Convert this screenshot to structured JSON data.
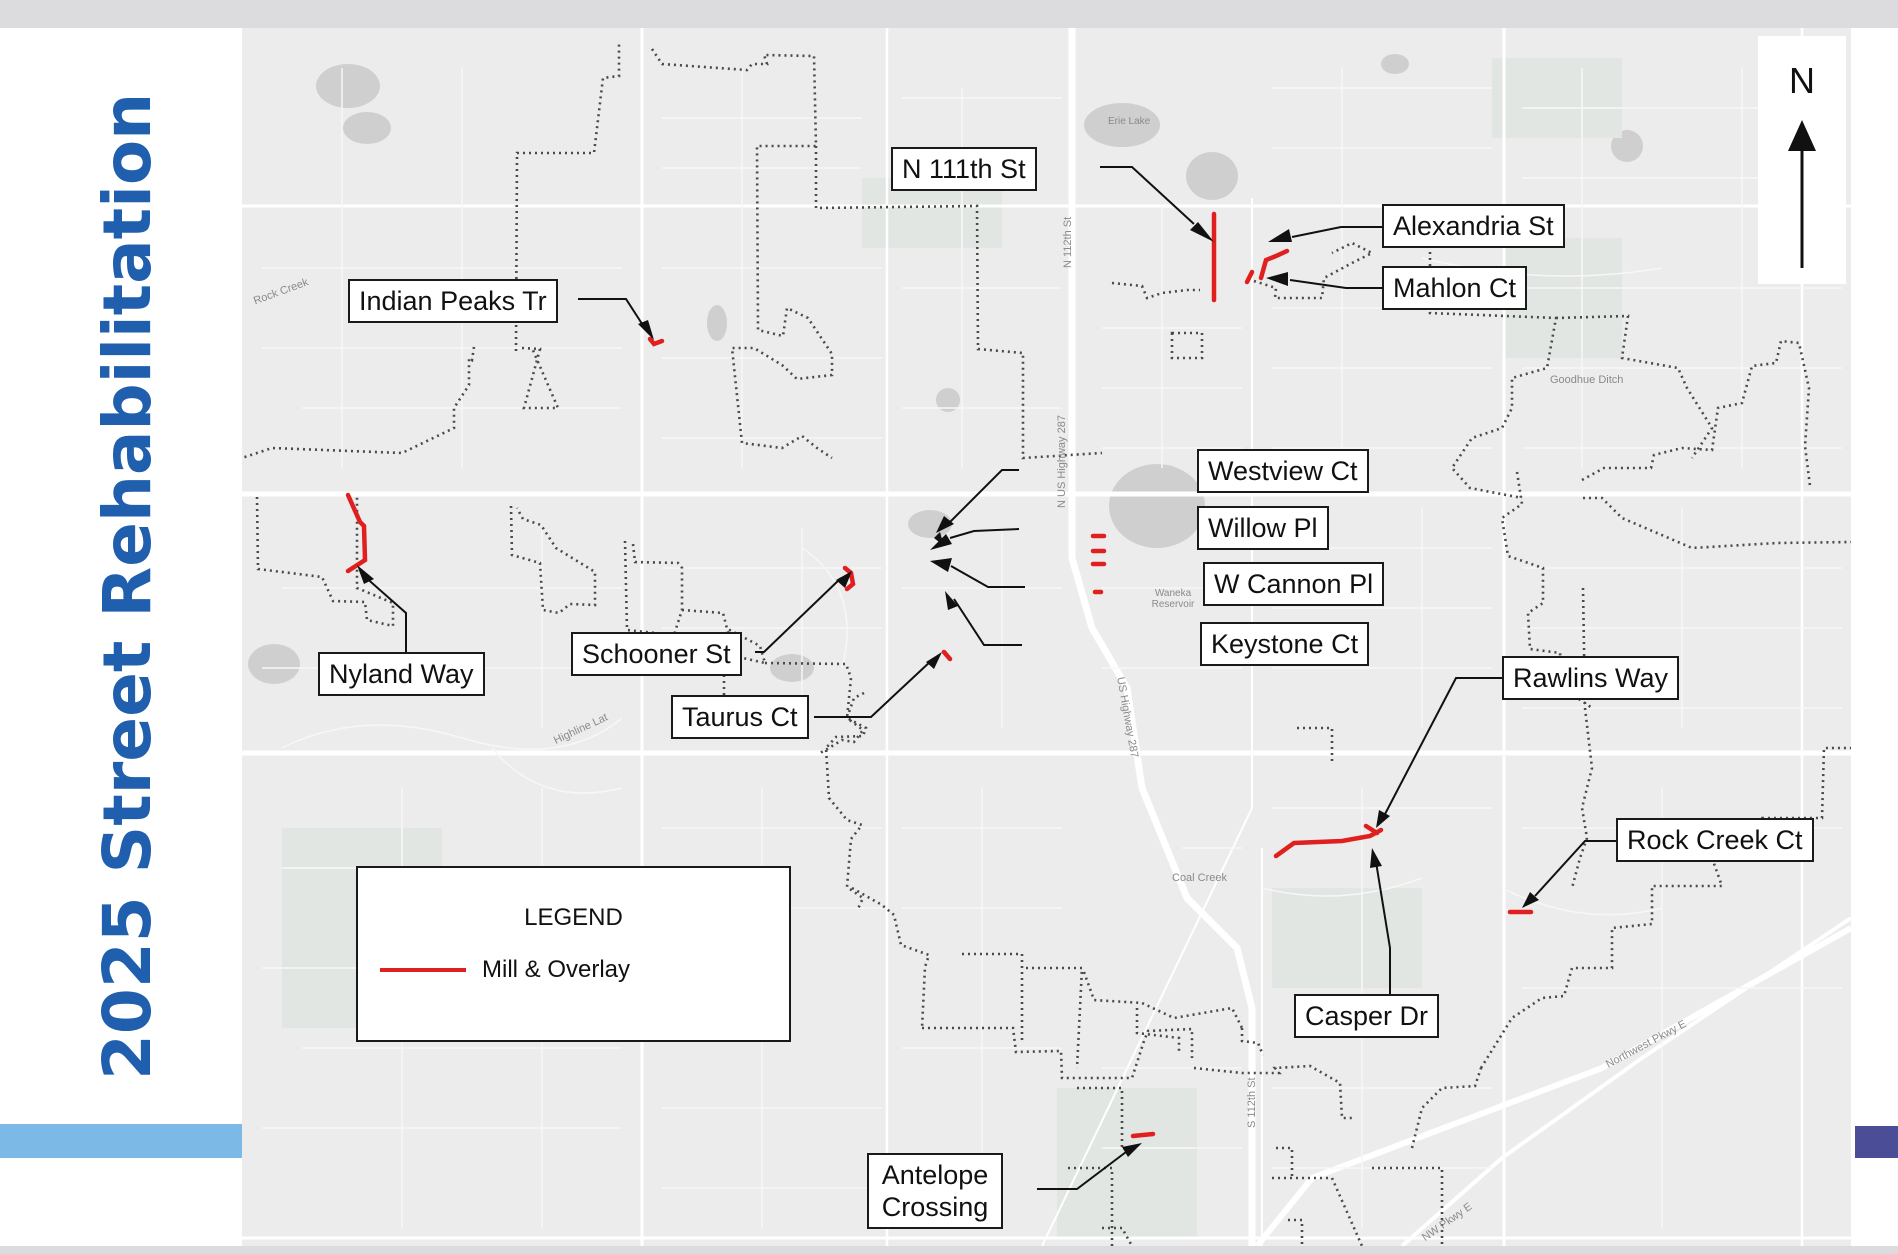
{
  "title": "2025 Street Rehabilitation",
  "colors": {
    "title_text": "#1f5fae",
    "accent_left": "#7db9e6",
    "accent_right": "#4b4d96",
    "street_highlight": "#e0201e",
    "city_boundary": "#4a4a4a",
    "map_background": "#ececec"
  },
  "legend": {
    "title": "LEGEND",
    "items": [
      {
        "label": "Mill & Overlay",
        "color": "#e0201e"
      }
    ]
  },
  "north_arrow": {
    "label": "N"
  },
  "streets": {
    "n_111th_st": "N 111th St",
    "alexandria_st": "Alexandria St",
    "mahlon_ct": "Mahlon Ct",
    "indian_peaks_tr": "Indian Peaks Tr",
    "westview_ct": "Westview Ct",
    "willow_pl": "Willow Pl",
    "w_cannon_pl": "W Cannon Pl",
    "keystone_ct": "Keystone Ct",
    "nyland_way": "Nyland Way",
    "schooner_st": "Schooner St",
    "taurus_ct": "Taurus Ct",
    "rawlins_way": "Rawlins Way",
    "rock_creek_ct": "Rock Creek Ct",
    "casper_dr": "Casper Dr",
    "antelope_crossing_line1": "Antelope",
    "antelope_crossing_line2": "Crossing"
  },
  "basemap_labels": {
    "erie_lake": "Erie Lake",
    "waneka_reservoir": "Waneka Reservoir",
    "n_us_highway_287": "N US Highway 287",
    "us_highway_287": "US Highway 287",
    "n_112th_st": "N 112th St",
    "s_112th_st": "S 112th St",
    "northwest_pkwy_e": "Northwest Pkwy E",
    "coal_creek": "Coal Creek",
    "goodhue_ditch": "Goodhue Ditch",
    "highline_lateral": "Highline Lat",
    "nw_pkwy_e_south": "NW Pkwy E",
    "rock_creek": "Rock Creek"
  }
}
